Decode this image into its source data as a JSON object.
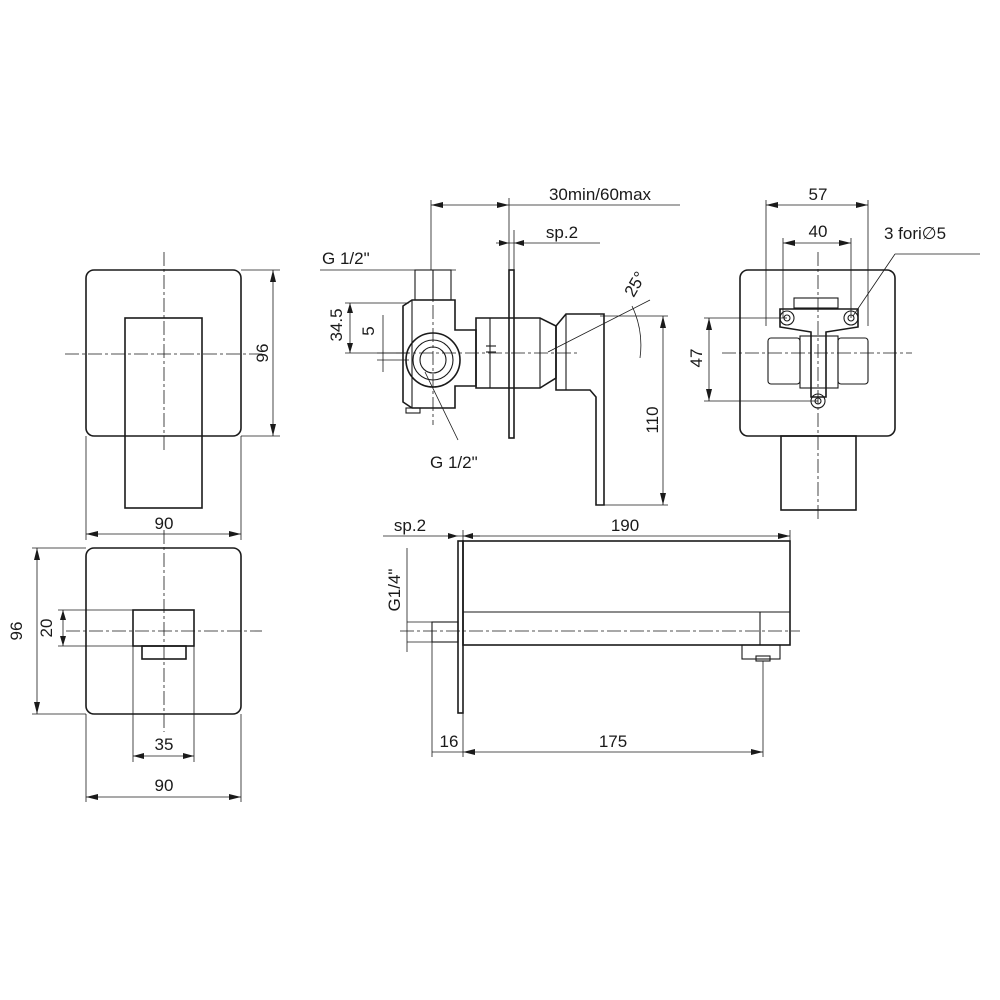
{
  "labels": {
    "tv_width": "90",
    "tv_height": "96",
    "bv_height": "96",
    "bv_spout_height": "20",
    "bv_spout_width": "35",
    "bv_width": "90",
    "sv_install_depth": "30min/60max",
    "sv_plate_thk": "sp.2",
    "sv_inlet_top": "G 1/2\"",
    "sv_inlet_bottom": "G 1/2\"",
    "sv_offset": "34.5",
    "sv_offset_small": "5",
    "sv_angle": "25°",
    "sv_lever_height": "110",
    "rv_width": "57",
    "rv_holes_span": "40",
    "rv_holes": "3 fori∅5",
    "rv_height": "47",
    "sp_plate_thk": "sp.2",
    "sp_length": "190",
    "sp_thread": "G1/4\"",
    "sp_wall": "16",
    "sp_projection": "175"
  }
}
